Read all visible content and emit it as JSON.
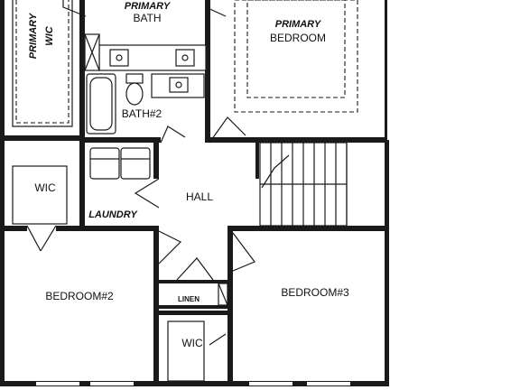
{
  "rooms": {
    "primary_bath_line1": "PRIMARY",
    "primary_bath_line2": "BATH",
    "primary_bedroom_line1": "PRIMARY",
    "primary_bedroom_line2": "BEDROOM",
    "primary_wic_line1": "PRIMARY",
    "primary_wic_line2": "WIC",
    "bath2": "BATH#2",
    "hall": "HALL",
    "wic_left": "WIC",
    "laundry": "LAUNDRY",
    "linen": "LINEN",
    "bedroom2": "BEDROOM#2",
    "bedroom3": "BEDROOM#3",
    "wic_bottom": "WIC"
  }
}
